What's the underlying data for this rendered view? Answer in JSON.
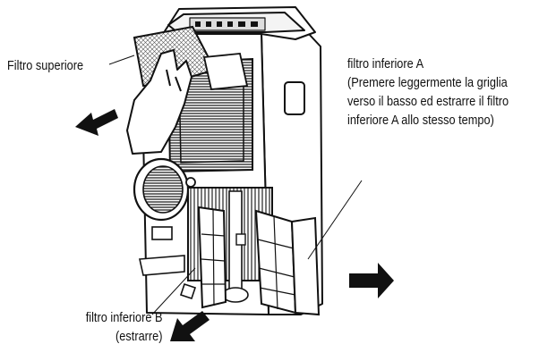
{
  "labels": {
    "upper_filter": "Filtro superiore",
    "lower_filter_a": {
      "title": "filtro inferiore A",
      "note_lines": [
        "(Premere leggermente la griglia",
        "verso il basso ed estrarre il filtro",
        "inferiore A allo stesso tempo)"
      ]
    },
    "lower_filter_b": {
      "title": "filtro inferiore B",
      "note": "(estrarre)"
    }
  },
  "colors": {
    "ink": "#111111",
    "arrow": "#111111",
    "paper": "#ffffff"
  },
  "icons": [
    "arrow-left-icon",
    "arrow-right-icon",
    "arrow-down-left-icon"
  ]
}
